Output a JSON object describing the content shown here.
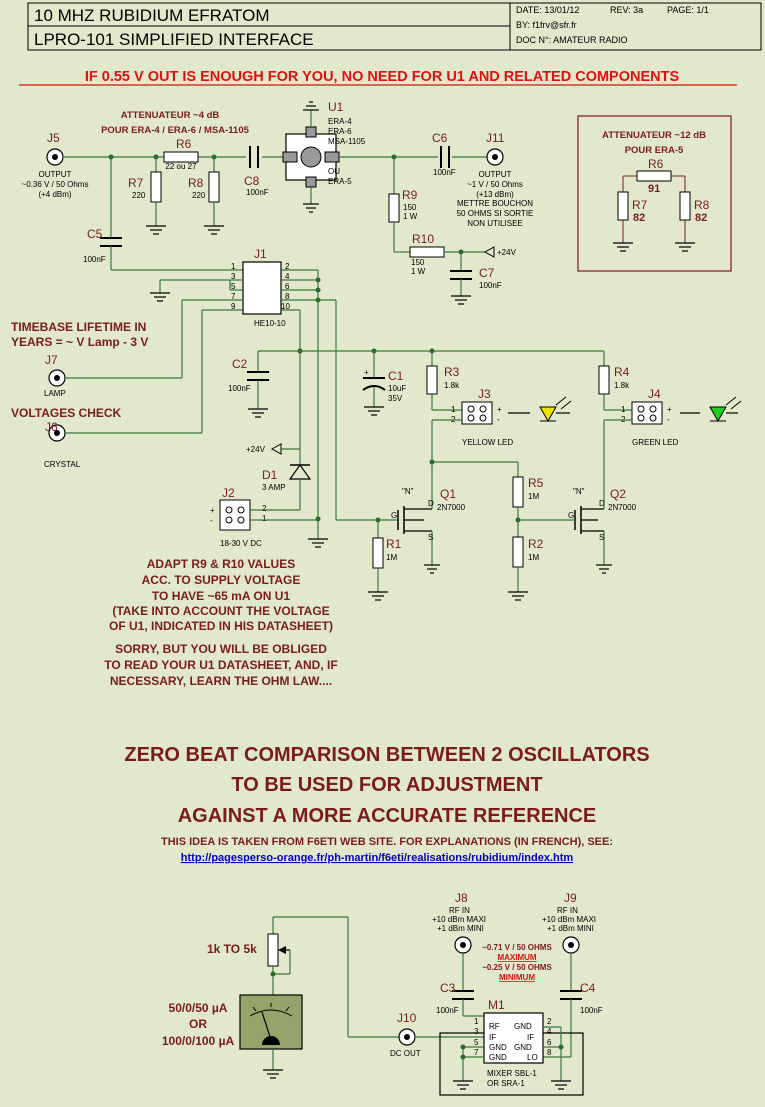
{
  "title_block": {
    "line1": "10 MHZ RUBIDIUM EFRATOM",
    "line2": "LPRO-101 SIMPLIFIED INTERFACE",
    "date": "DATE: 13/01/12",
    "rev": "REV: 3a",
    "page": "PAGE:  1/1",
    "by": "BY:  f1frv@sfr.fr",
    "doc": "DOC N°: AMATEUR RADIO"
  },
  "banner": "IF 0.55 V OUT IS ENOUGH FOR YOU, NO NEED FOR U1 AND RELATED COMPONENTS",
  "att4": {
    "l1": "ATTENUATEUR ~4 dB",
    "l2": "POUR ERA-4 / ERA-6 / MSA-1105"
  },
  "att12": {
    "l1": "ATTENUATEUR ~12 dB",
    "l2": "POUR ERA-5",
    "r6": "R6",
    "r6v": "91",
    "r7": "R7",
    "r7v": "82",
    "r8": "R8",
    "r8v": "82"
  },
  "j5": {
    "ref": "J5",
    "l1": "OUTPUT",
    "l2": "~0.36 V / 50 Ohms",
    "l3": "(+4 dBm)"
  },
  "r6": {
    "ref": "R6",
    "val": "22 ou 27"
  },
  "r7": {
    "ref": "R7",
    "val": "220"
  },
  "r8": {
    "ref": "R8",
    "val": "220"
  },
  "c8": {
    "ref": "C8",
    "val": "100nF"
  },
  "u1": {
    "ref": "U1",
    "l1": "ERA-4",
    "l2": "ERA-6",
    "l3": "MSA-1105",
    "l4": "OU",
    "l5": "ERA-5"
  },
  "c6": {
    "ref": "C6",
    "val": "100nF"
  },
  "j11": {
    "ref": "J11",
    "l1": "OUTPUT",
    "l2": "~1 V / 50 Ohms",
    "l3": "(+13 dBm)",
    "l4": "METTRE BOUCHON",
    "l5": "50 OHMS SI SORTIE",
    "l6": "NON UTILISEE"
  },
  "r9": {
    "ref": "R9",
    "v1": "150",
    "v2": "1 W"
  },
  "r10": {
    "ref": "R10",
    "v1": "150",
    "v2": "1 W"
  },
  "c7": {
    "ref": "C7",
    "val": "100nF"
  },
  "p24a": "+24V",
  "p24b": "+24V",
  "c5": {
    "ref": "C5",
    "val": "100nF"
  },
  "j1": {
    "ref": "J1",
    "part": "HE10-10",
    "p1": "1",
    "p2": "2",
    "p3": "3",
    "p4": "4",
    "p5": "5",
    "p6": "6",
    "p7": "7",
    "p8": "8",
    "p9": "9",
    "p10": "10"
  },
  "timebase": {
    "l1": "TIMEBASE LIFETIME IN",
    "l2": "YEARS = ~ V Lamp - 3 V"
  },
  "j7": {
    "ref": "J7",
    "lbl": "LAMP"
  },
  "vcheck": "VOLTAGES CHECK",
  "j6": {
    "ref": "J6",
    "lbl": "CRYSTAL"
  },
  "c2": {
    "ref": "C2",
    "val": "100nF"
  },
  "c1": {
    "ref": "C1",
    "v1": "10uF",
    "v2": "35V",
    "plus": "+"
  },
  "r3": {
    "ref": "R3",
    "val": "1.8k"
  },
  "r4": {
    "ref": "R4",
    "val": "1.8k"
  },
  "j3": {
    "ref": "J3",
    "lbl": "YELLOW LED",
    "p1": "1",
    "p2": "2",
    "plus": "+",
    "minus": "-"
  },
  "j4": {
    "ref": "J4",
    "lbl": "GREEN LED",
    "p1": "1",
    "p2": "2",
    "plus": "+",
    "minus": "-"
  },
  "d1": {
    "ref": "D1",
    "val": "3 AMP"
  },
  "j2": {
    "ref": "J2",
    "lbl": "18-30 V DC",
    "p1": "1",
    "p2": "2",
    "plus": "+",
    "minus": "-"
  },
  "q1": {
    "ref": "Q1",
    "val": "2N7000",
    "n": "\"N\"",
    "d": "D",
    "gt": "G",
    "src": "S"
  },
  "q2": {
    "ref": "Q2",
    "val": "2N7000",
    "n": "\"N\"",
    "d": "D",
    "gt": "G",
    "src": "S"
  },
  "r5": {
    "ref": "R5",
    "val": "1M"
  },
  "r1": {
    "ref": "R1",
    "val": "1M"
  },
  "r2": {
    "ref": "R2",
    "val": "1M"
  },
  "note1": [
    "ADAPT R9 & R10 VALUES",
    "ACC. TO SUPPLY VOLTAGE",
    "TO HAVE ~65 mA ON U1",
    "(TAKE INTO ACCOUNT THE VOLTAGE",
    "OF U1, INDICATED IN HIS DATASHEET)"
  ],
  "note2": [
    "SORRY, BUT YOU WILL BE OBLIGED",
    "TO READ YOUR U1 DATASHEET, AND, IF",
    "NECESSARY, LEARN THE OHM LAW...."
  ],
  "heading": [
    "ZERO BEAT COMPARISON BETWEEN 2  OSCILLATORS",
    "TO BE USED FOR ADJUSTMENT",
    "AGAINST A MORE ACCURATE REFERENCE"
  ],
  "idea": "THIS IDEA IS TAKEN FROM F6ETI WEB SITE. FOR EXPLANATIONS (IN FRENCH), SEE:",
  "url": "http://pagesperso-orange.fr/ph-martin/f6eti/realisations/rubidium/index.htm",
  "pot": "1k TO 5k",
  "meter": {
    "l1": "50/0/50 µA",
    "l2": "OR",
    "l3": "100/0/100 µA"
  },
  "j10": {
    "ref": "J10",
    "lbl": "DC OUT"
  },
  "j8": {
    "ref": "J8",
    "l1": "RF IN",
    "l2": "+10 dBm MAXI",
    "l3": "+1 dBm MINI"
  },
  "j9": {
    "ref": "J9",
    "l1": "RF IN",
    "l2": "+10 dBm MAXI",
    "l3": "+1 dBm MINI"
  },
  "levels": {
    "l1": "~0.71 V / 50 OHMS",
    "l2": "MAXIMUM",
    "l3": "~0.25 V / 50 OHMS",
    "l4": "MINIMUM"
  },
  "c3": {
    "ref": "C3",
    "val": "100nF"
  },
  "c4": {
    "ref": "C4",
    "val": "100nF"
  },
  "m1": {
    "ref": "M1",
    "part1": "MIXER SBL-1",
    "part2": "OR SRA-1",
    "rf": "RF",
    "if1": "IF",
    "gnd1": "GND",
    "gnd2": "GND",
    "gnd3": "GND",
    "if2": "IF",
    "gnd4": "GND",
    "lo": "LO",
    "p1": "1",
    "p3": "3",
    "p5": "5",
    "p7": "7",
    "p2": "2",
    "p4": "4",
    "p6": "6",
    "p8": "8"
  }
}
